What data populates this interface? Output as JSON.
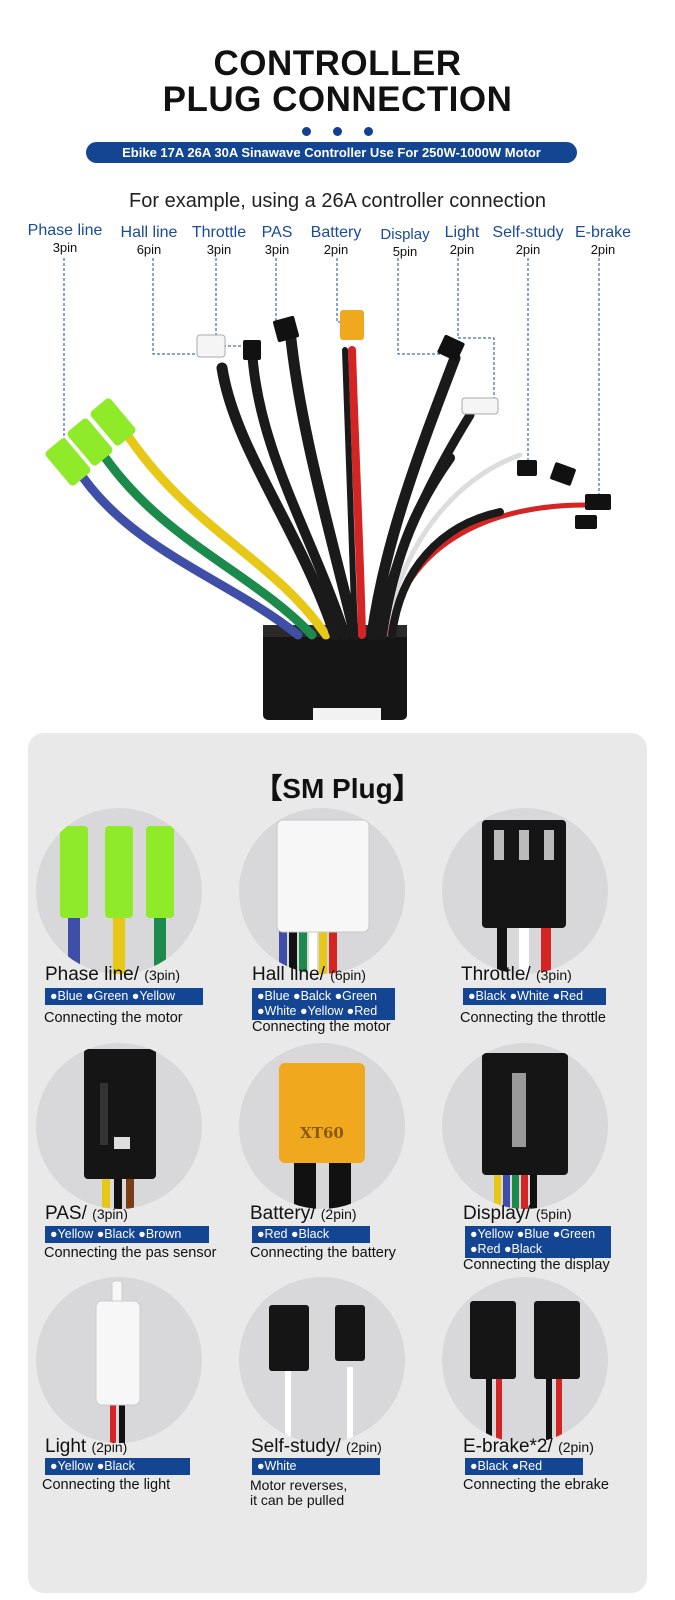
{
  "header": {
    "title_line1": "CONTROLLER",
    "title_line2": "PLUG CONNECTION",
    "subtitle": "Ebike 17A 26A 30A Sinawave Controller Use For 250W-1000W Motor",
    "example": "For example, using a 26A controller connection"
  },
  "connectors": [
    {
      "name": "Phase line",
      "pins": "3pin"
    },
    {
      "name": "Hall line",
      "pins": "6pin"
    },
    {
      "name": "Throttle",
      "pins": "3pin"
    },
    {
      "name": "PAS",
      "pins": "3pin"
    },
    {
      "name": "Battery",
      "pins": "2pin"
    },
    {
      "name": "Display",
      "pins": "5pin"
    },
    {
      "name": "Light",
      "pins": "2pin"
    },
    {
      "name": "Self-study",
      "pins": "2pin"
    },
    {
      "name": "E-brake",
      "pins": "2pin"
    }
  ],
  "panel": {
    "title": "【SM Plug】",
    "items": [
      {
        "name": "Phase line/",
        "pins": "(3pin)",
        "colors1": "●Blue  ●Green  ●Yellow",
        "colors2": "",
        "desc": "Connecting the motor",
        "desc2": ""
      },
      {
        "name": "Hall line/",
        "pins": "(6pin)",
        "colors1": "●Blue ●Balck ●Green",
        "colors2": "●White ●Yellow ●Red",
        "desc": "Connecting the motor",
        "desc2": ""
      },
      {
        "name": "Throttle/",
        "pins": "(3pin)",
        "colors1": "●Black  ●White  ●Red",
        "colors2": "",
        "desc": "Connecting the throttle",
        "desc2": ""
      },
      {
        "name": "PAS/",
        "pins": "(3pin)",
        "colors1": "●Yellow  ●Black  ●Brown",
        "colors2": "",
        "desc": "Connecting the pas sensor",
        "desc2": ""
      },
      {
        "name": "Battery/",
        "pins": "(2pin)",
        "colors1": "●Red    ●Black",
        "colors2": "",
        "desc": "Connecting the battery",
        "desc2": ""
      },
      {
        "name": "Display/",
        "pins": "(5pin)",
        "colors1": "●Yellow ●Blue ●Green",
        "colors2": "●Red  ●Black",
        "desc": "Connecting the display",
        "desc2": ""
      },
      {
        "name": "Light",
        "pins": "(2pin)",
        "colors1": "●Yellow  ●Black",
        "colors2": "",
        "desc": "Connecting the light",
        "desc2": ""
      },
      {
        "name": "Self-study/",
        "pins": "(2pin)",
        "colors1": "●White",
        "colors2": "",
        "desc": "Motor reverses,",
        "desc2": "it can be pulled"
      },
      {
        "name": "E-brake*2/",
        "pins": "(2pin)",
        "colors1": "●Black   ●Red",
        "colors2": "",
        "desc": "Connecting the ebrake",
        "desc2": ""
      }
    ]
  },
  "plug_labels": {
    "battery_plug": "XT60"
  },
  "colors": {
    "brand_blue": "#134593",
    "label_blue": "#1a4a9a",
    "panel_bg": "#e9e9ea",
    "wire_blue": "#3f4fa8",
    "wire_green": "#1b8a4a",
    "wire_yellow": "#e8c817",
    "wire_red": "#d42424",
    "phase_sleeve": "#8fea2a",
    "xt60": "#f0a81e"
  }
}
